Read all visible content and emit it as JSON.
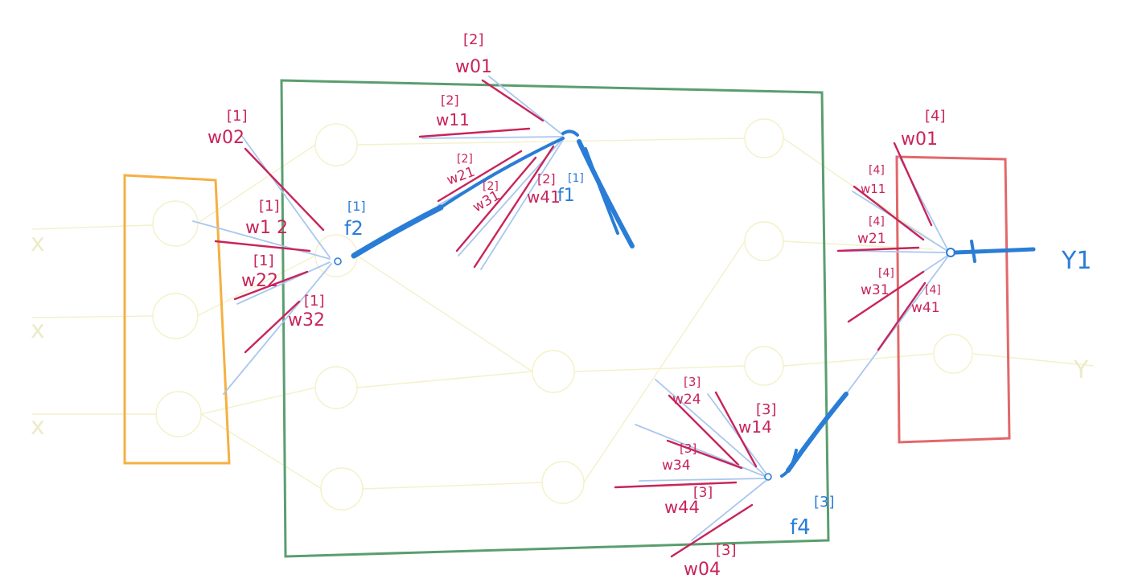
{
  "labels": {
    "w02_1": {
      "sup": "[1]",
      "main": "w02"
    },
    "w12_1": {
      "sup": "[1]",
      "main": "w1 2"
    },
    "w22_1": {
      "sup": "[1]",
      "main": "w22"
    },
    "w32_1": {
      "sup": "[1]",
      "main": "w32"
    },
    "f2_1": {
      "sup": "[1]",
      "main": "f2"
    },
    "w01_2": {
      "sup": "[2]",
      "main": "w01"
    },
    "w11_2": {
      "sup": "[2]",
      "main": "w11"
    },
    "w21_2": {
      "sup": "[2]",
      "main": "w21"
    },
    "w31_2": {
      "sup": "[2]",
      "main": "w31"
    },
    "w41_2": {
      "sup": "[2]",
      "main": "w41"
    },
    "f1_1": {
      "sup": "[1]",
      "main": "f1"
    },
    "w24_3": {
      "sup": "[3]",
      "main": "w24"
    },
    "w14_3": {
      "sup": "[3]",
      "main": "w14"
    },
    "w34_3": {
      "sup": "[3]",
      "main": "w34"
    },
    "w44_3": {
      "sup": "[3]",
      "main": "w44"
    },
    "w04_3": {
      "sup": "[3]",
      "main": "w04"
    },
    "f4_3": {
      "sup": "[3]",
      "main": "f4"
    },
    "w01_4": {
      "sup": "[4]",
      "main": "w01"
    },
    "w11_4": {
      "sup": "[4]",
      "main": "w11"
    },
    "w21_4": {
      "sup": "[4]",
      "main": "w21"
    },
    "w31_4": {
      "sup": "[4]",
      "main": "w31"
    },
    "w41_4": {
      "sup": "[4]",
      "main": "w41"
    },
    "y1": "Y1"
  },
  "colors": {
    "input_box": "#f5b042",
    "hidden_box": "#5a9e6f",
    "output_box": "#e2686a",
    "weight_red": "#c8245a",
    "path_blue": "#2a7dd6",
    "edge_light_blue": "#a9c7ef",
    "faint_network": "#f3f1c8"
  }
}
